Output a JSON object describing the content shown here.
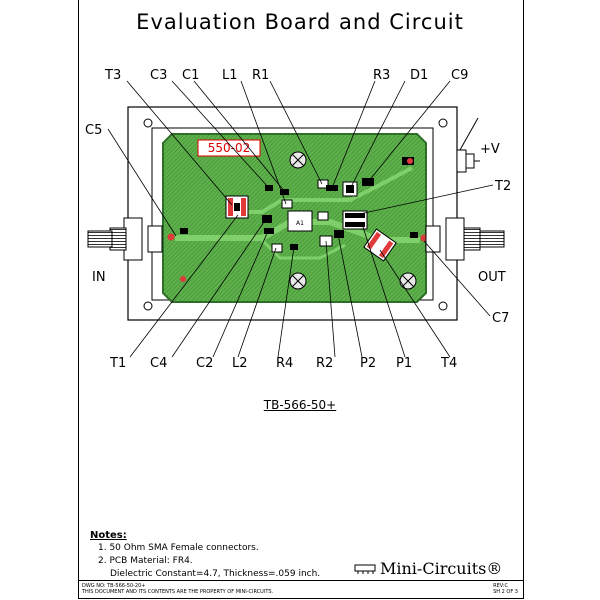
{
  "title": "Evaluation Board and Circuit",
  "board_marking": "550-02",
  "chip_label": "A1",
  "part_number": "TB-566-50+",
  "labels": {
    "T3": "T3",
    "C3": "C3",
    "C1": "C1",
    "L1": "L1",
    "R1": "R1",
    "R3": "R3",
    "D1": "D1",
    "C9": "C9",
    "C5": "C5",
    "T2": "T2",
    "PLUS_V": "+V",
    "IN": "IN",
    "OUT": "OUT",
    "C7": "C7",
    "T1": "T1",
    "C4": "C4",
    "C2": "C2",
    "L2": "L2",
    "R4": "R4",
    "R2": "R2",
    "P2": "P2",
    "P1": "P1",
    "T4": "T4"
  },
  "notes": {
    "heading": "Notes:",
    "items": [
      "1. 50 Ohm SMA Female connectors.",
      "2. PCB Material: FR4."
    ],
    "continuation": "Dielectric Constant=4.7, Thickness=.059 inch."
  },
  "logo": "Mini-Circuits®",
  "title_block": {
    "dwg_no": "DWG NO: TB-566-50-20+",
    "property": "THIS DOCUMENT AND ITS CONTENTS ARE THE PROPERTY OF MINI-CIRCUITS.",
    "rev": "REV:C",
    "sheet": "SH 2 OF 3"
  },
  "colors": {
    "board_green": "#5db04a",
    "board_edge": "#2f6e2a",
    "pad_red": "#e03a3a",
    "pad_pink": "#f08080",
    "marking_red": "#e00000"
  }
}
